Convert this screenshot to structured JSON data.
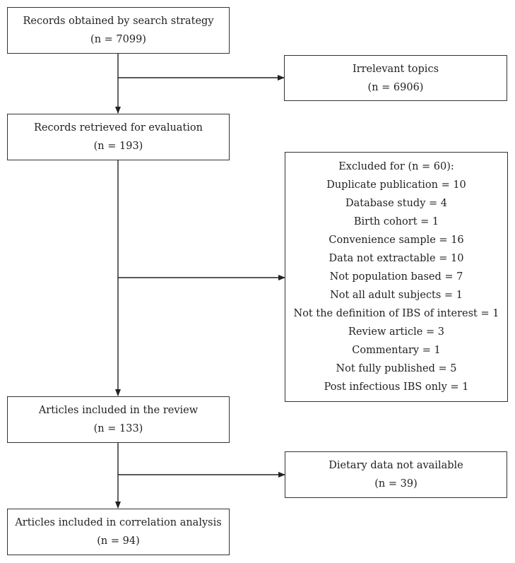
{
  "boxes": {
    "search": {
      "title": "Records obtained by search strategy",
      "count": "(n = 7099)"
    },
    "irrelevant": {
      "title": "Irrelevant topics",
      "count": "(n = 6906)"
    },
    "retrieved": {
      "title": "Records retrieved for evaluation",
      "count": "(n = 193)"
    },
    "excluded": {
      "title": "Excluded for (n = 60):",
      "items": [
        "Duplicate publication = 10",
        "Database study = 4",
        "Birth  cohort = 1",
        "Convenience sample = 16",
        "Data not extractable = 10",
        "Not population based = 7",
        "Not all adult subjects = 1",
        "Not the definition of IBS of interest = 1",
        "Review article = 3",
        "Commentary = 1",
        "Not fully published = 5",
        "Post infectious IBS only = 1"
      ]
    },
    "review": {
      "title": "Articles included in the review",
      "count": "(n = 133)"
    },
    "dietary": {
      "title": "Dietary data not available",
      "count": "(n = 39)"
    },
    "correlation": {
      "title": "Articles included in correlation analysis",
      "count": "(n = 94)"
    }
  }
}
